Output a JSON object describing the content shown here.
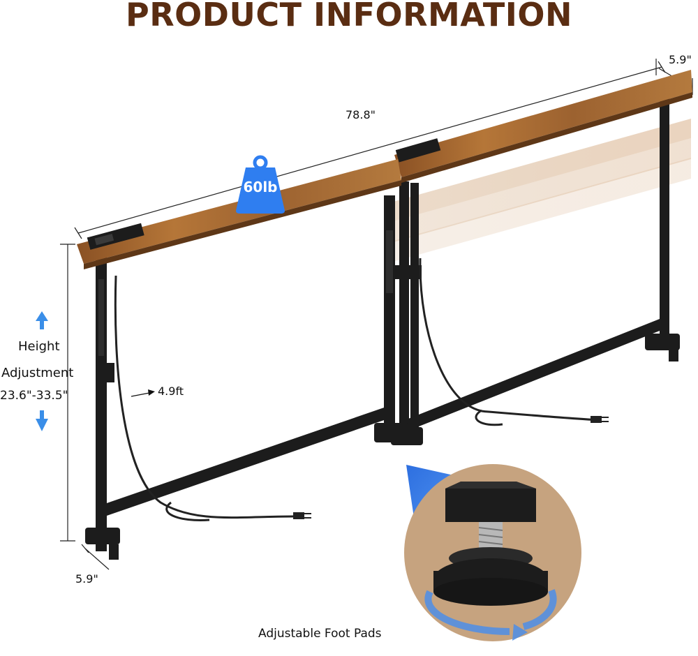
{
  "header": {
    "title": "PRODUCT INFORMATION"
  },
  "dimensions": {
    "length": "78.8\"",
    "depth_top": "5.9\"",
    "depth_bottom": "5.9\"",
    "cord_length": "4.9ft"
  },
  "capacity": {
    "weight": "60lb"
  },
  "height_adjustment": {
    "line1": "Height",
    "line2": "Adjustment",
    "range": "23.6\"-33.5\""
  },
  "foot_pad": {
    "caption": "Adjustable Foot Pads"
  },
  "colors": {
    "title": "#5a2d12",
    "wood": "#a8692e",
    "frame": "#1c1c1c",
    "badge": "#2f7ef0",
    "arrow": "#3a8ee8",
    "circle_bg": "#c6a37f"
  }
}
